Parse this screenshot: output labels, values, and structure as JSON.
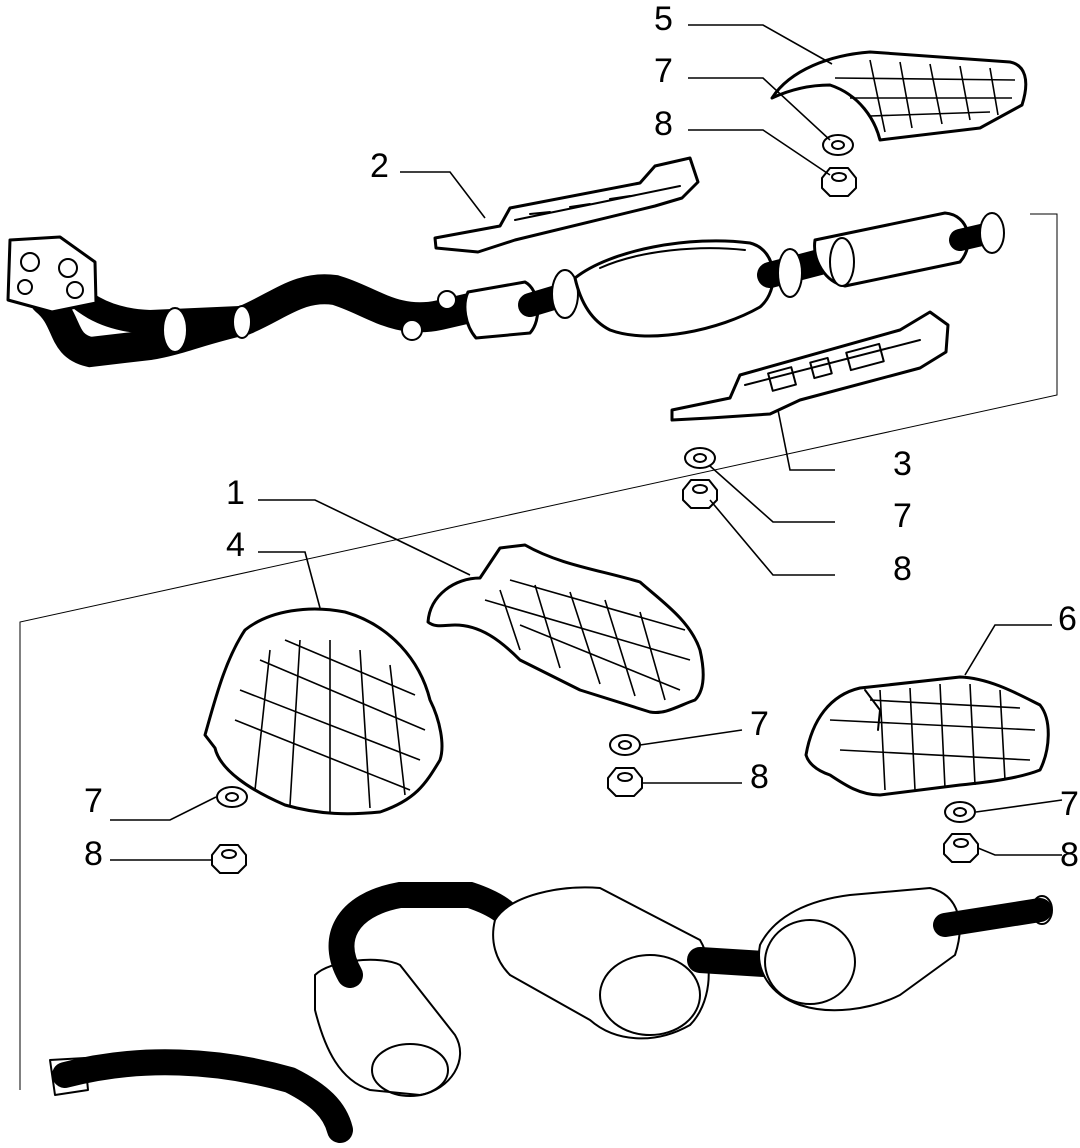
{
  "callouts": {
    "c1": "1",
    "c2": "2",
    "c3": "3",
    "c4": "4",
    "c5": "5",
    "c6": "6",
    "c7": "7",
    "c8": "8"
  }
}
